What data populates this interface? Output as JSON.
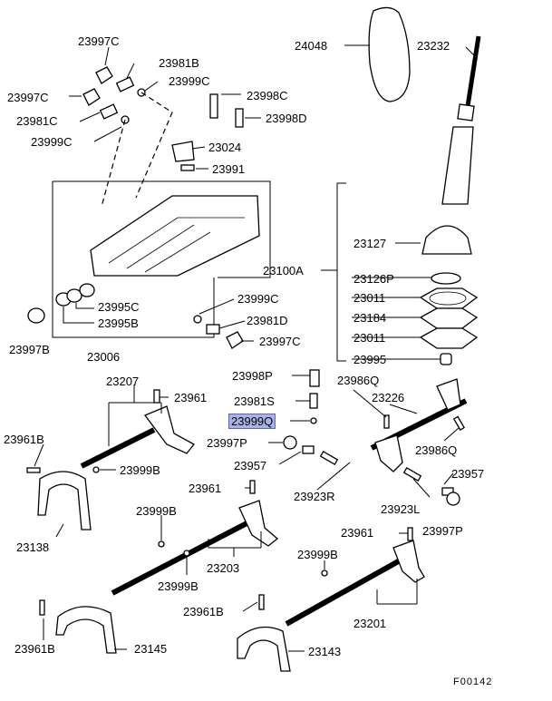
{
  "labels": {
    "p24048": "24048",
    "p23232": "23232",
    "p23997C_a": "23997C",
    "p23981B": "23981B",
    "p23999C_a": "23999C",
    "p23997C_b": "23997C",
    "p23998C": "23998C",
    "p23981C": "23981C",
    "p23998D": "23998D",
    "p23999C_b": "23999C",
    "p23024": "23024",
    "p23991": "23991",
    "p23127": "23127",
    "p23100A": "23100A",
    "p23126P": "23126P",
    "p23011_a": "23011",
    "p23184": "23184",
    "p23011_b": "23011",
    "p23995": "23995",
    "p23995C": "23995C",
    "p23999C_c": "23999C",
    "p23995B": "23995B",
    "p23981D": "23981D",
    "p23997B": "23997B",
    "p23006": "23006",
    "p23997C_c": "23997C",
    "p23207": "23207",
    "p23998P": "23998P",
    "p23986Q_a": "23986Q",
    "p23961_a": "23961",
    "p23981S": "23981S",
    "p23226": "23226",
    "p23999Q": "23999Q",
    "p23961B_a": "23961B",
    "p23997P_a": "23997P",
    "p23986Q_b": "23986Q",
    "p23999B_a": "23999B",
    "p23957_a": "23957",
    "p23957_b": "23957",
    "p23961_b": "23961",
    "p23923R": "23923R",
    "p23138": "23138",
    "p23923L": "23923L",
    "p23999B_b": "23999B",
    "p23997P_b": "23997P",
    "p23961_c": "23961",
    "p23203": "23203",
    "p23999B_c": "23999B",
    "p23999B_d": "23999B",
    "p23961B_b": "23961B",
    "p23201": "23201",
    "p23961B_c": "23961B",
    "p23145": "23145",
    "p23143": "23143"
  },
  "highlighted_part": "23999Q",
  "figure_ref": "F00142"
}
